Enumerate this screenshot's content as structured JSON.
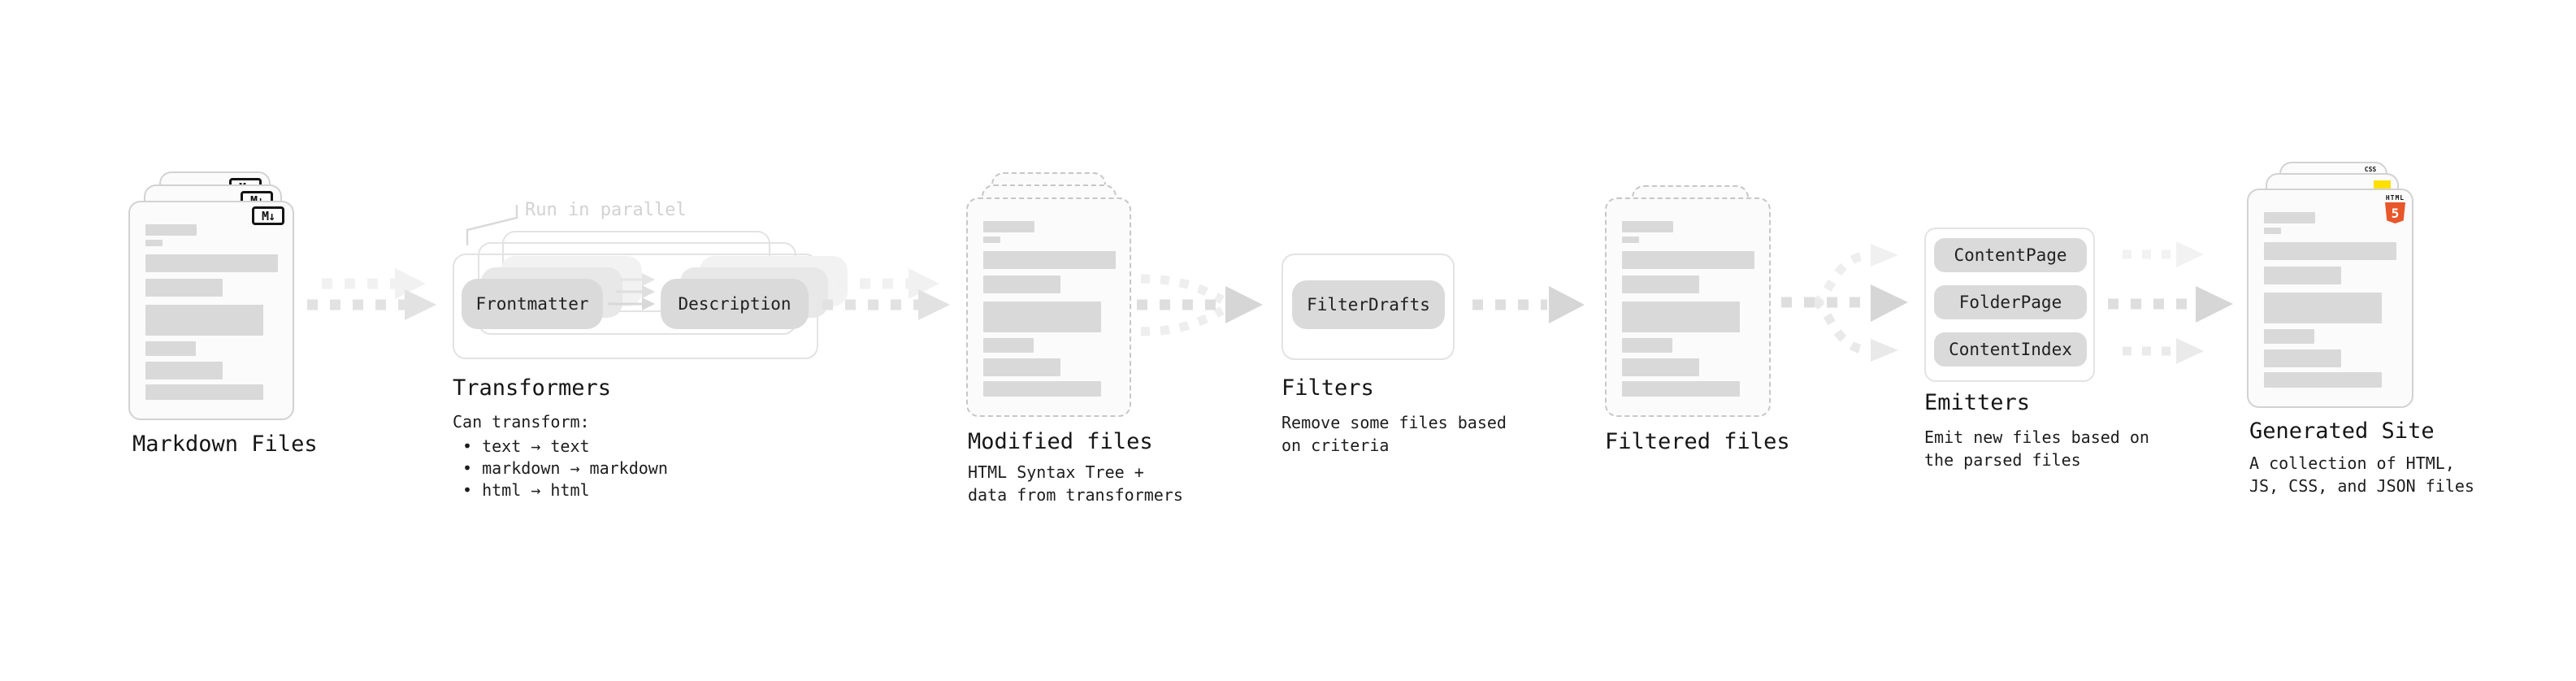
{
  "stages": {
    "markdown": {
      "label": "Markdown Files"
    },
    "transformers": {
      "label": "Transformers",
      "annotation": "Run in parallel",
      "pill_left": "Frontmatter",
      "pill_right": "Description",
      "caption_title": "Can transform:",
      "bullets": [
        "• text → text",
        "• markdown → markdown",
        "• html → html"
      ]
    },
    "modified": {
      "label": "Modified files",
      "caption": "HTML Syntax Tree +\ndata from transformers"
    },
    "filters": {
      "label": "Filters",
      "pill": "FilterDrafts",
      "caption": "Remove some files based\non criteria"
    },
    "filtered": {
      "label": "Filtered files"
    },
    "emitters": {
      "label": "Emitters",
      "pills": [
        "ContentPage",
        "FolderPage",
        "ContentIndex"
      ],
      "caption": "Emit new files based on\nthe parsed files"
    },
    "generated": {
      "label": "Generated Site",
      "caption": "A collection of HTML,\nJS, CSS, and JSON files",
      "badges": {
        "css_label": "CSS",
        "html_label": "HTML",
        "html_number": "5"
      }
    }
  },
  "icons": {
    "markdown_badge": "M↓"
  },
  "colors": {
    "html5_orange": "#E8572A",
    "js_yellow": "#FFE000",
    "css_blue": "#2E6BE6",
    "pill_gray": "#DADADA",
    "card_border": "#D2D2D2",
    "dashed_border": "#C7C7C7",
    "arrow_dark": "#E2E2E2",
    "arrow_light": "#F1F1F1",
    "text_dark": "#161616",
    "annotation_gray": "#D2D2D2"
  }
}
